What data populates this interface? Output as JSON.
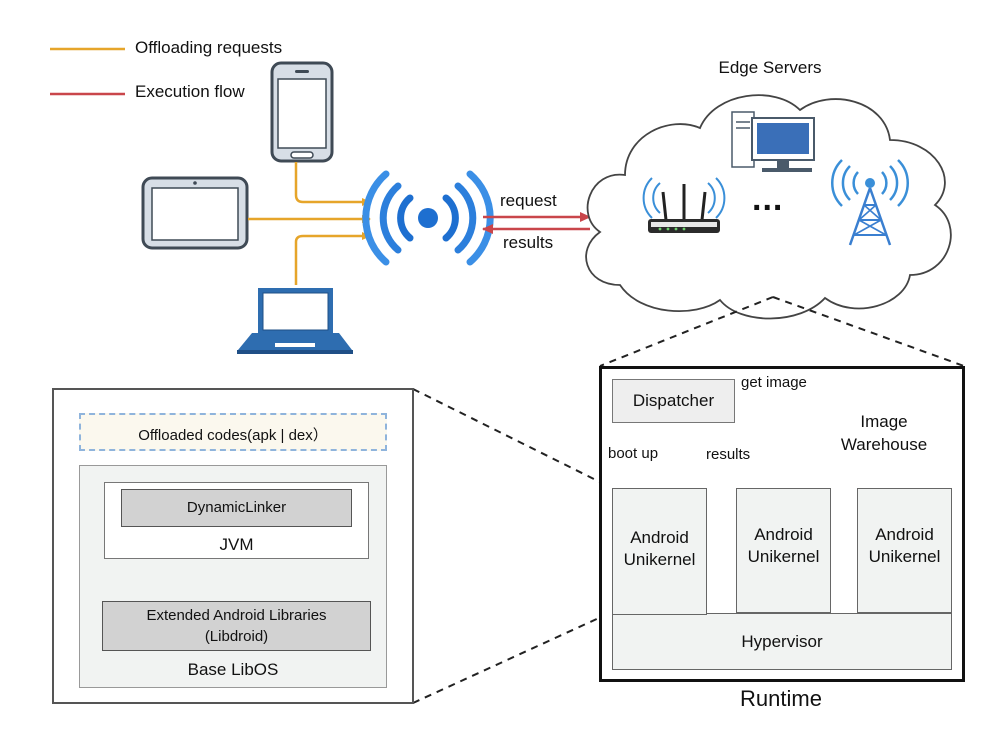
{
  "legend": {
    "offloading_label": "Offloading requests",
    "execution_label": "Execution flow"
  },
  "colors": {
    "offloading": "#e6a52a",
    "execution": "#c9464b",
    "wifi": "#1e6fd0",
    "panel_fill": "#f1f3f2",
    "gray_fill": "#d2d2d2",
    "dashed_border": "#8fb4dc",
    "up_down_arrow": "#b5d99b"
  },
  "cloud": {
    "title": "Edge Servers",
    "ellipsis": "..."
  },
  "network": {
    "request_label": "request",
    "results_label": "results"
  },
  "libos_panel": {
    "offloaded_codes": "Offloaded codes(apk | dex）",
    "dynamic_linker": "DynamicLinker",
    "jvm": "JVM",
    "libraries_line1": "Extended Android Libraries",
    "libraries_line2": "(Libdroid)",
    "base": "Base LibOS"
  },
  "runtime_panel": {
    "title": "Runtime",
    "dispatcher": "Dispatcher",
    "get_image": "get image",
    "image_warehouse_line1": "Image",
    "image_warehouse_line2": "Warehouse",
    "boot_up": "boot up",
    "results": "results",
    "unikernels": [
      {
        "line1": "Android",
        "line2": "Unikernel"
      },
      {
        "line1": "Android",
        "line2": "Unikernel"
      },
      {
        "line1": "Android",
        "line2": "Unikernel"
      }
    ],
    "hypervisor": "Hypervisor"
  }
}
